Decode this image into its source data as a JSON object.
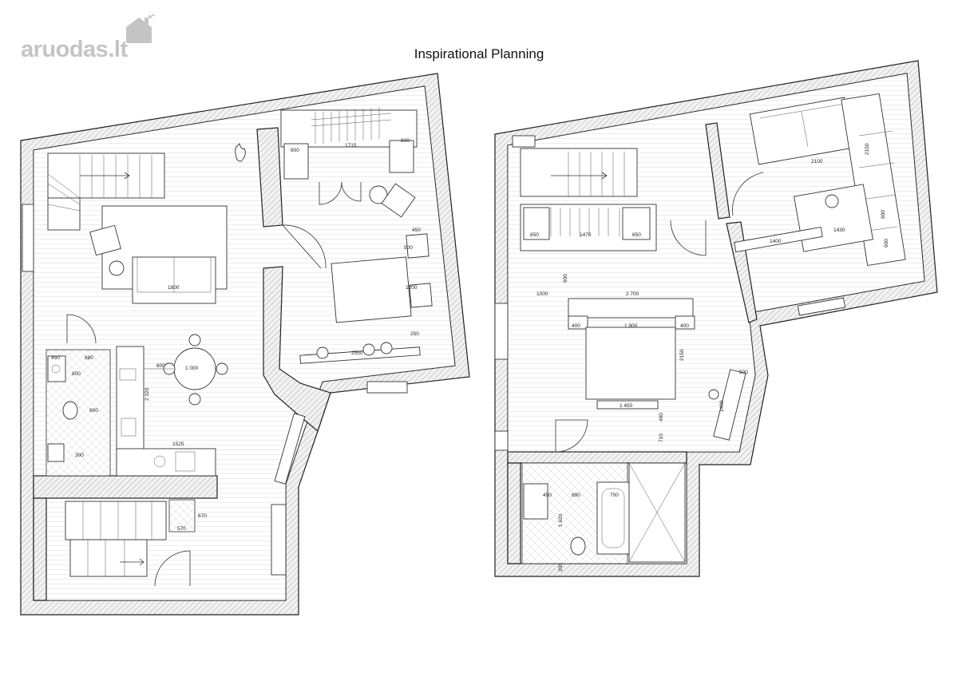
{
  "title": "Inspirational Planning",
  "logo": {
    "text": "aruodas",
    "suffix": ".lt",
    "icon": "house-icon"
  },
  "left_floor": {
    "dims": {
      "wardrobe_left": "600",
      "wardrobe_mid": "1715",
      "wardrobe_right": "600",
      "nightstand": "450",
      "bed_a": "500",
      "bed_b": "1200",
      "bed_c": "250",
      "bedroom_width": "2550",
      "sofa": "1800",
      "table_offset": "800",
      "table": "1 000",
      "kitchen_run": "2 320",
      "counter": "1525",
      "bath_450": "450",
      "bath_880": "880",
      "bath_800a": "800",
      "bath_800b": "800",
      "bath_300": "300",
      "storage_570": "570",
      "storage_670": "670"
    }
  },
  "right_floor": {
    "dims": {
      "closet_850": "850",
      "closet_1470": "1470",
      "closet_650": "650",
      "closet_900": "900",
      "run_1000": "1000",
      "run_2700": "2 700",
      "bed_400a": "400",
      "bed_1900": "1 900",
      "bed_400b": "400",
      "bed_2150": "2150",
      "bed_1450": "1 450",
      "bed_490": "490",
      "bed_710": "710",
      "desk_500": "500",
      "desk_1400": "1400",
      "study_2100": "2100",
      "study_1400": "1400",
      "study_1430": "1430",
      "study_2150": "2150",
      "study_600a": "600",
      "study_600b": "600",
      "bath_450": "450",
      "bath_890": "890",
      "bath_700": "700",
      "bath_1620": "1 620",
      "bath_200": "200"
    }
  }
}
